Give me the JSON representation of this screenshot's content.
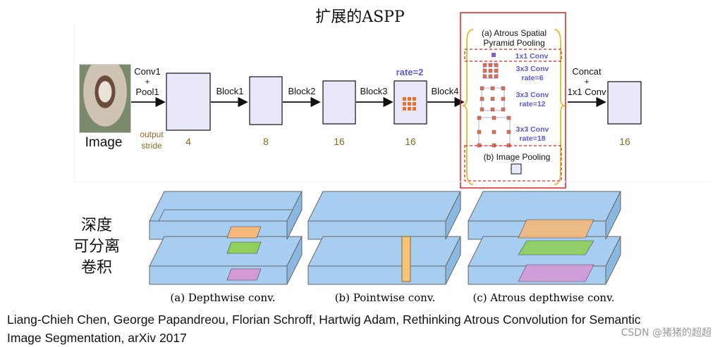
{
  "title": "扩展的ASPP",
  "pipeline": {
    "image_label": "Image",
    "input_op": [
      "Conv1",
      "+",
      "Pool1"
    ],
    "stride_label": [
      "output",
      "stride"
    ],
    "blocks": [
      {
        "label": "Block1",
        "stride": "4"
      },
      {
        "label": "Block2",
        "stride": "8"
      },
      {
        "label": "Block3",
        "stride": "16"
      },
      {
        "label": "Block4",
        "stride": "16"
      }
    ],
    "rate_label": "rate=2",
    "concat_op": [
      "Concat",
      "+",
      "1x1 Conv"
    ],
    "final_stride": "16"
  },
  "aspp": {
    "title": [
      "(a) Atrous Spatial",
      "Pyramid Pooling"
    ],
    "conv1x1": "1x1 Conv",
    "conv_rate6": [
      "3x3 Conv",
      "rate=6"
    ],
    "conv_rate12": [
      "3x3 Conv",
      "rate=12"
    ],
    "conv_rate18": [
      "3x3 Conv",
      "rate=18"
    ],
    "image_pooling": "(b) Image Pooling"
  },
  "side_label": [
    "深度",
    "可分离",
    "卷积"
  ],
  "captions": [
    "(a) Depthwise conv.",
    "(b) Pointwise conv.",
    "(c) Atrous depthwise conv."
  ],
  "citation": [
    "Liang-Chieh Chen, George Papandreou, Florian Schroff, Hartwig Adam, Rethinking Atrous Convolution for Semantic",
    "Image Segmentation, arXiv 2017"
  ],
  "watermark": "CSDN @猪猪的超超",
  "colors": {
    "stride": "#8a6a1f",
    "aspp_blue": "#5a5ad6",
    "red_box": "#e02020",
    "bracket": "#e8c040",
    "block_fill": "#e8e8fa",
    "orange": "#e8702a",
    "layer_blue": "#a7cdf0"
  }
}
